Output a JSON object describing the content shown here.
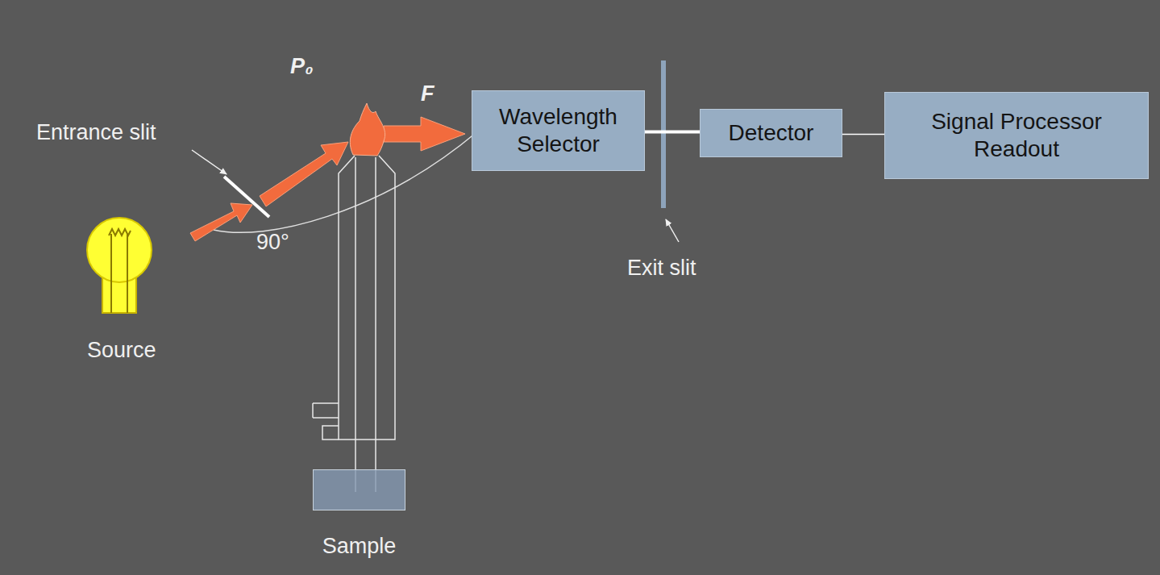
{
  "diagram": {
    "nodes": [
      {
        "text": [
          "Wavelength Selector"
        ]
      },
      {
        "text": [
          "Detector"
        ]
      },
      {
        "text": [
          "Signal Processor Readout"
        ]
      },
      {
        "text": [
          "Sample"
        ]
      }
    ],
    "edges": [
      {
        "from": 0,
        "to": 1,
        "arrow": "none"
      },
      {
        "from": 1,
        "to": 2,
        "arrow": "none"
      }
    ],
    "labels": [
      "Entrance slit",
      "P₀",
      "F",
      "90°",
      "Source",
      "Exit slit"
    ]
  }
}
